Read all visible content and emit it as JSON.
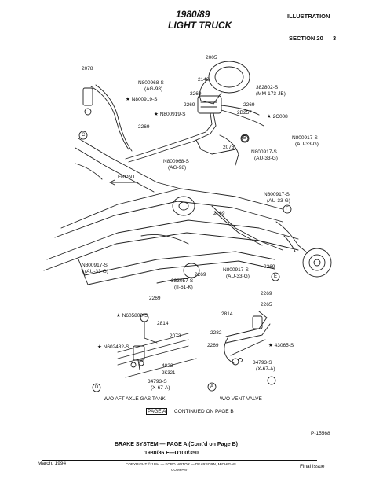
{
  "header": {
    "years": "1980/89",
    "model": "LIGHT TRUCK",
    "illustration": "ILLUSTRATION",
    "section": "SECTION 20",
    "page": "3"
  },
  "callouts": {
    "c2005": "2005",
    "c2078_top": "2078",
    "n800968_top_a": "N800968-S",
    "n800968_top_b": "(AG-98)",
    "c2140": "2140",
    "c382802_a": "382802-S",
    "c382802_b": "(MM-173-JB)",
    "c2269_a": "2269",
    "n800919_1": "★ N800919-S",
    "n800919_2": "★ N800919-S",
    "c2269_b": "2269",
    "c2269_c": "2269",
    "c2b257": "2B257",
    "c2c008": "★ 2C008",
    "c2269_d": "2269",
    "c2078_mid": "2078",
    "n800917_a1": "N800917-S",
    "n800917_a2": "(AU-33-G)",
    "n800917_b1": "N800917-S",
    "n800917_b2": "(AU-33-G)",
    "n800968_bot_a": "N800968-S",
    "n800968_bot_b": "(AG-98)",
    "front": "FRONT",
    "n800917_c1": "N800917-S",
    "n800917_c2": "(AU-33-G)",
    "c2269_e": "2269",
    "n800917_d1": "N800917-S",
    "n800917_d2": "(AU-33-G)",
    "c2269_f": "2269",
    "c2269_g": "2269",
    "c383057_a": "383057-S",
    "c383057_b": "(II-61-K)",
    "n800917_e1": "N800917-S",
    "n800917_e2": "(AU-33-G)",
    "c2269_h": "2269",
    "c2269_i": "2269",
    "c2265": "2265",
    "n605800": "★ N605800-S",
    "c2814_l": "2814",
    "c2073": "2073",
    "n602482": "★ N602482-S",
    "c4022": "4022",
    "c2k321": "2K321",
    "c34793_l1": "34793-S",
    "c34793_l2": "(X-67-A)",
    "c2814_r": "2814",
    "c2282": "2282",
    "c2269_j": "2269",
    "c43065": "★ 43065-S",
    "c34793_r1": "34793-S",
    "c34793_r2": "(X-67-A)",
    "sub_left": "W/O AFT AXLE GAS TANK",
    "sub_right": "W/O VENT VALVE",
    "page_a": "PAGE A",
    "continued": "CONTINUED ON PAGE B",
    "ref": "P-15568"
  },
  "circle_letters": {
    "c": "C",
    "b": "B",
    "f": "F",
    "e": "E",
    "d": "D",
    "a": "A"
  },
  "caption": {
    "line1": "BRAKE SYSTEM — PAGE A (Cont'd on Page B)",
    "line2": "1980/86 F—U100/350"
  },
  "footer": {
    "date": "March, 1994",
    "copyright": "COPYRIGHT © 1994 — FORD MOTOR — DEARBORN, MICHIGAN",
    "company": "COMPANY",
    "issue": "Final Issue"
  }
}
